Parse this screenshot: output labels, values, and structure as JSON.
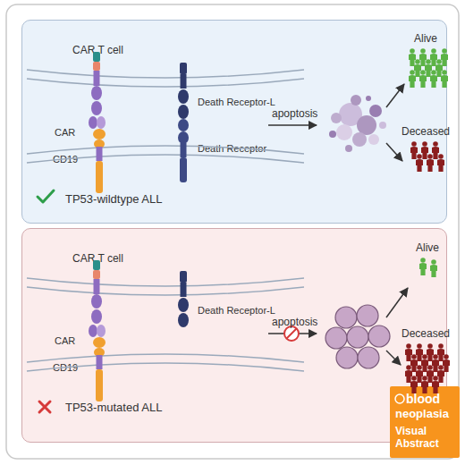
{
  "diagram": {
    "nodes": [
      {
        "text": [
          "TP53-wildtype ALL"
        ]
      },
      {
        "text": [
          "CAR T cell",
          "CAR",
          "CD19",
          "Death Receptor-L",
          "Death Receptor"
        ],
        "in": 0
      },
      {
        "text": [
          "Alive"
        ],
        "in": 0
      },
      {
        "text": [
          "Deceased"
        ],
        "in": 0
      },
      {
        "text": [
          "TP53-mutated ALL"
        ]
      },
      {
        "text": [
          "CAR T cell",
          "CAR",
          "CD19",
          "Death Receptor-L"
        ],
        "in": 4
      },
      {
        "text": [
          "Alive"
        ],
        "in": 4
      },
      {
        "text": [
          "Deceased"
        ],
        "in": 4
      },
      {
        "text": [
          "blood",
          "neoplasia",
          "Visual Abstract"
        ]
      }
    ],
    "labels": [
      "apoptosis",
      "apoptosis"
    ]
  }
}
